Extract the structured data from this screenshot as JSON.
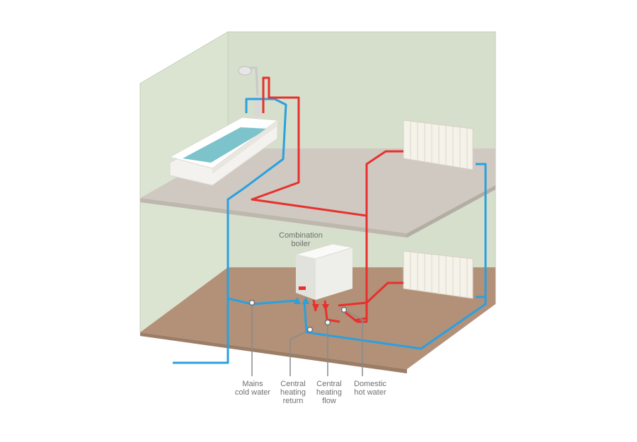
{
  "diagram": {
    "boiler_label": "Combination\nboiler",
    "callouts": [
      {
        "id": "mains-cold-water",
        "text": "Mains\ncold water"
      },
      {
        "id": "central-heating-return",
        "text": "Central\nheating\nreturn"
      },
      {
        "id": "central-heating-flow",
        "text": "Central\nheating\nflow"
      },
      {
        "id": "domestic-hot-water",
        "text": "Domestic\nhot water"
      }
    ],
    "colors": {
      "wall": "#d5dfcb",
      "floor_upper": "#cfc9c0",
      "ground": "#b09078",
      "cold_pipe": "#2aa0e0",
      "hot_pipe": "#e8302e",
      "leader": "#8a8a8a"
    }
  }
}
